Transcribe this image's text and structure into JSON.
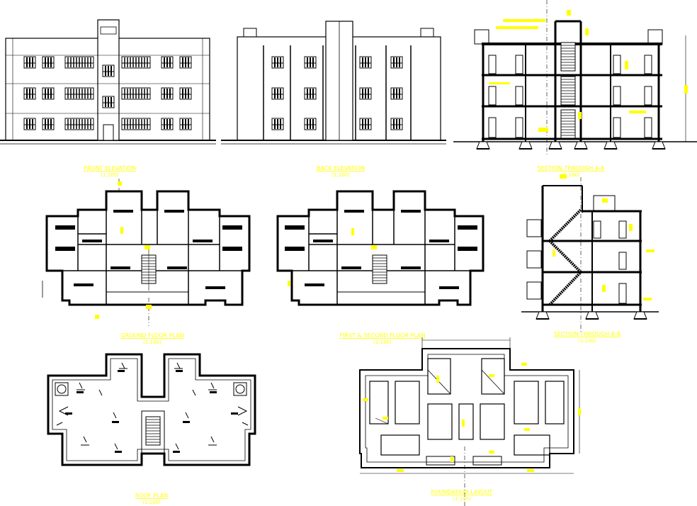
{
  "drawing": {
    "colors": {
      "line": "#000000",
      "paper": "#ffffff",
      "annotation": "#ffff00"
    },
    "titles": {
      "front_elevation": {
        "name": "FRONT ELEVATION",
        "scale": "(1:100)"
      },
      "back_elevation": {
        "name": "BACK ELEVATION",
        "scale": "(1:100)"
      },
      "section_aa": {
        "name": "SECTION THROUGH A-A",
        "scale": "(1:100)"
      },
      "ground_floor_plan": {
        "name": "GROUND FLOOR PLAN",
        "scale": "(1:100)"
      },
      "typical_floor_plan": {
        "name": "FIRST & SECOND FLOOR PLAN",
        "scale": "(1:100)"
      },
      "section_bb": {
        "name": "SECTION THROUGH B-B",
        "scale": "(1:100)"
      },
      "roof_plan": {
        "name": "ROOF PLAN",
        "scale": "(1:100)"
      },
      "foundation_layout": {
        "name": "FOUNDATION LAYOUT",
        "scale": "(1:100)"
      }
    }
  }
}
